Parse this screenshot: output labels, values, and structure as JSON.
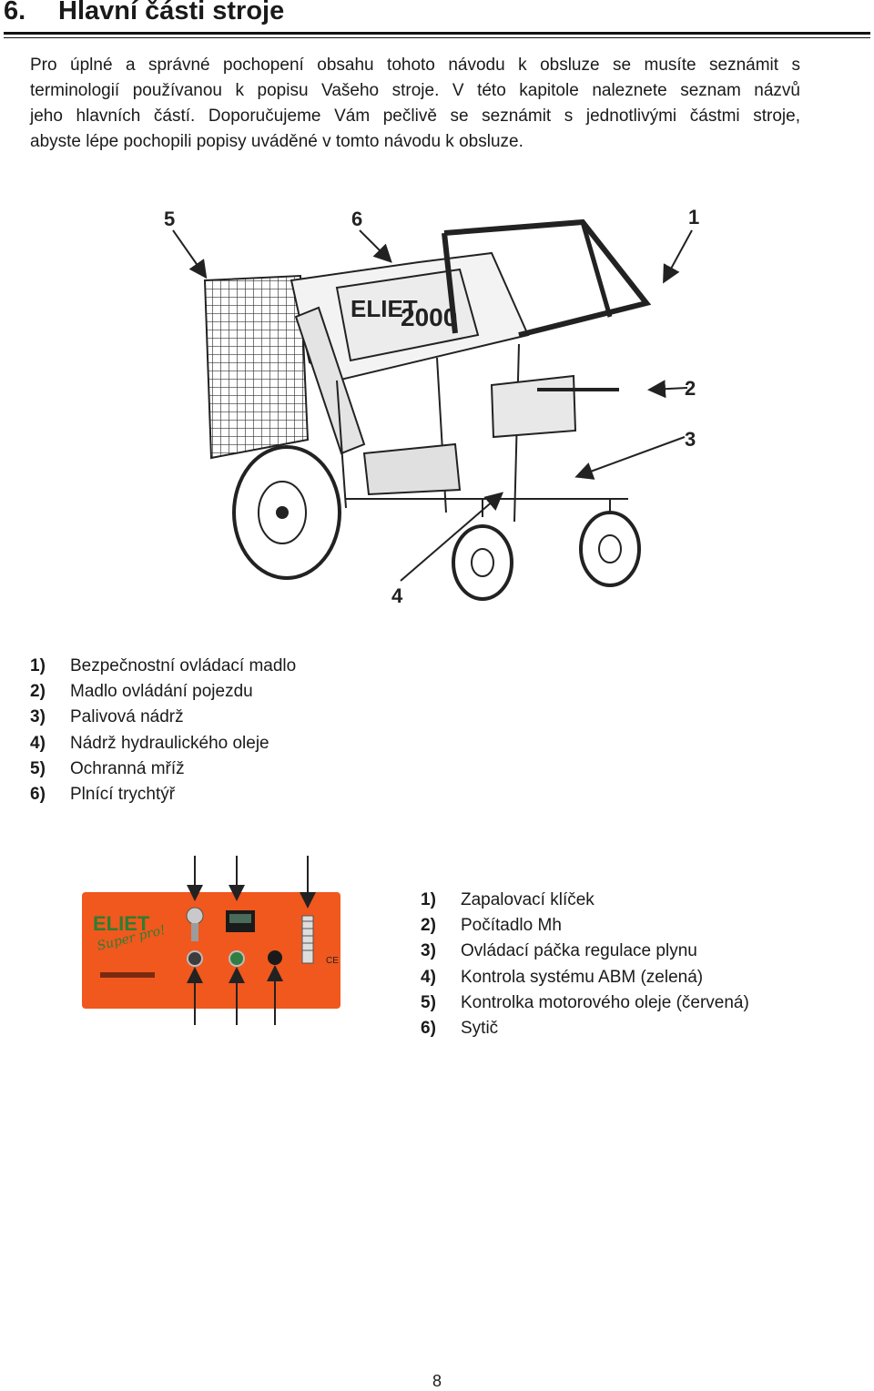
{
  "heading": {
    "number": "6.",
    "title": "Hlavní části stroje"
  },
  "intro": [
    "Pro úplné a správné pochopení obsahu tohoto návodu k obsluze se musíte seznámit s",
    "terminologií používanou k popisu Vašeho stroje. V této kapitole naleznete seznam názvů",
    "jeho hlavních částí. Doporučujeme Vám pečlivě se seznámit s jednotlivými částmi stroje,",
    "abyste lépe pochopili popisy uváděné v tomto návodu k obsluze."
  ],
  "machine_figure": {
    "brand": "ELIET",
    "model": "2000",
    "callouts": [
      "1",
      "2",
      "3",
      "4",
      "5",
      "6"
    ]
  },
  "parts": [
    {
      "num": "1)",
      "label": "Bezpečnostní ovládací madlo"
    },
    {
      "num": "2)",
      "label": "Madlo ovládání pojezdu"
    },
    {
      "num": "3)",
      "label": "Palivová nádrž"
    },
    {
      "num": "4)",
      "label": "Nádrž hydraulického oleje"
    },
    {
      "num": "5)",
      "label": "Ochranná mříž"
    },
    {
      "num": "6)",
      "label": "Plnící trychtýř"
    }
  ],
  "panel_figure": {
    "brand": "ELIET",
    "subtitle": "Super pro!",
    "colors": {
      "panel": "#f0581e",
      "logo": "#2e7d32"
    }
  },
  "panel_parts": [
    {
      "num": "1)",
      "label": "Zapalovací klíček"
    },
    {
      "num": "2)",
      "label": "Počítadlo Mh"
    },
    {
      "num": "3)",
      "label": "Ovládací páčka regulace plynu"
    },
    {
      "num": "4)",
      "label": "Kontrola systému ABM (zelená)"
    },
    {
      "num": "5)",
      "label": "Kontrolka motorového oleje (červená)"
    },
    {
      "num": "6)",
      "label": "Sytič"
    }
  ],
  "page_number": "8"
}
